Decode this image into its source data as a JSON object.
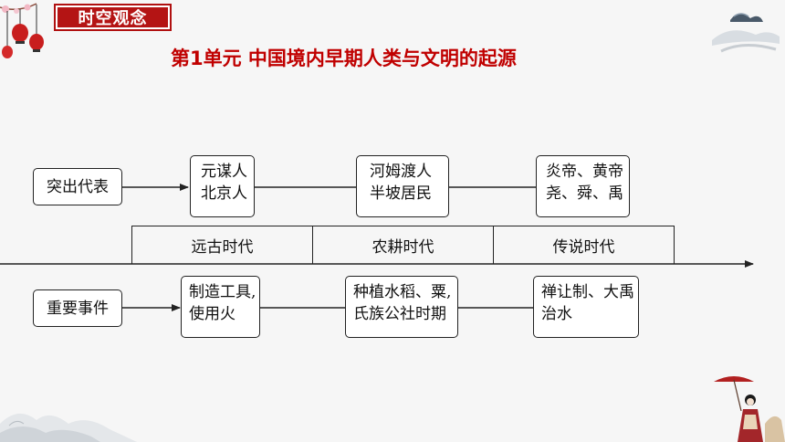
{
  "badge": {
    "label": "时空观念"
  },
  "title": "第1单元   中国境内早期人类与文明的起源",
  "rows": {
    "top_label": "突出代表",
    "bottom_label": "重要事件"
  },
  "representatives": [
    [
      "元谋人",
      "北京人"
    ],
    [
      "河姆渡人",
      "半坡居民"
    ],
    [
      "炎帝、黄帝",
      "尧、舜、禹"
    ]
  ],
  "eras": [
    "远古时代",
    "农耕时代",
    "传说时代"
  ],
  "events": [
    [
      "制造工具,",
      "使用火"
    ],
    [
      "种植水稻、粟,",
      "氏族公社时期"
    ],
    [
      "禅让制、大禹",
      "治水"
    ]
  ],
  "colors": {
    "accent": "#b41414",
    "title": "#c00000"
  }
}
